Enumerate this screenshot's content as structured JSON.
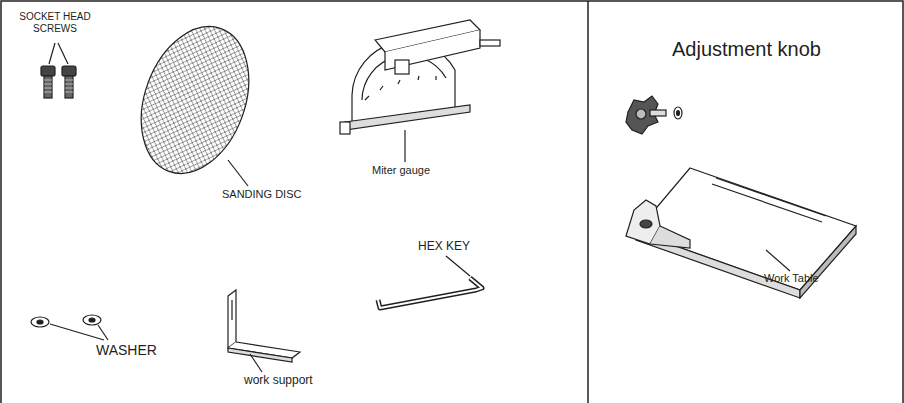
{
  "diagram": {
    "labels": [
      "SOCKET HEAD SCREWS",
      "SANDING DISC",
      "Miter gauge",
      "WASHER",
      "work support",
      "HEX KEY",
      "Adjustment knob",
      "Work Table"
    ]
  }
}
